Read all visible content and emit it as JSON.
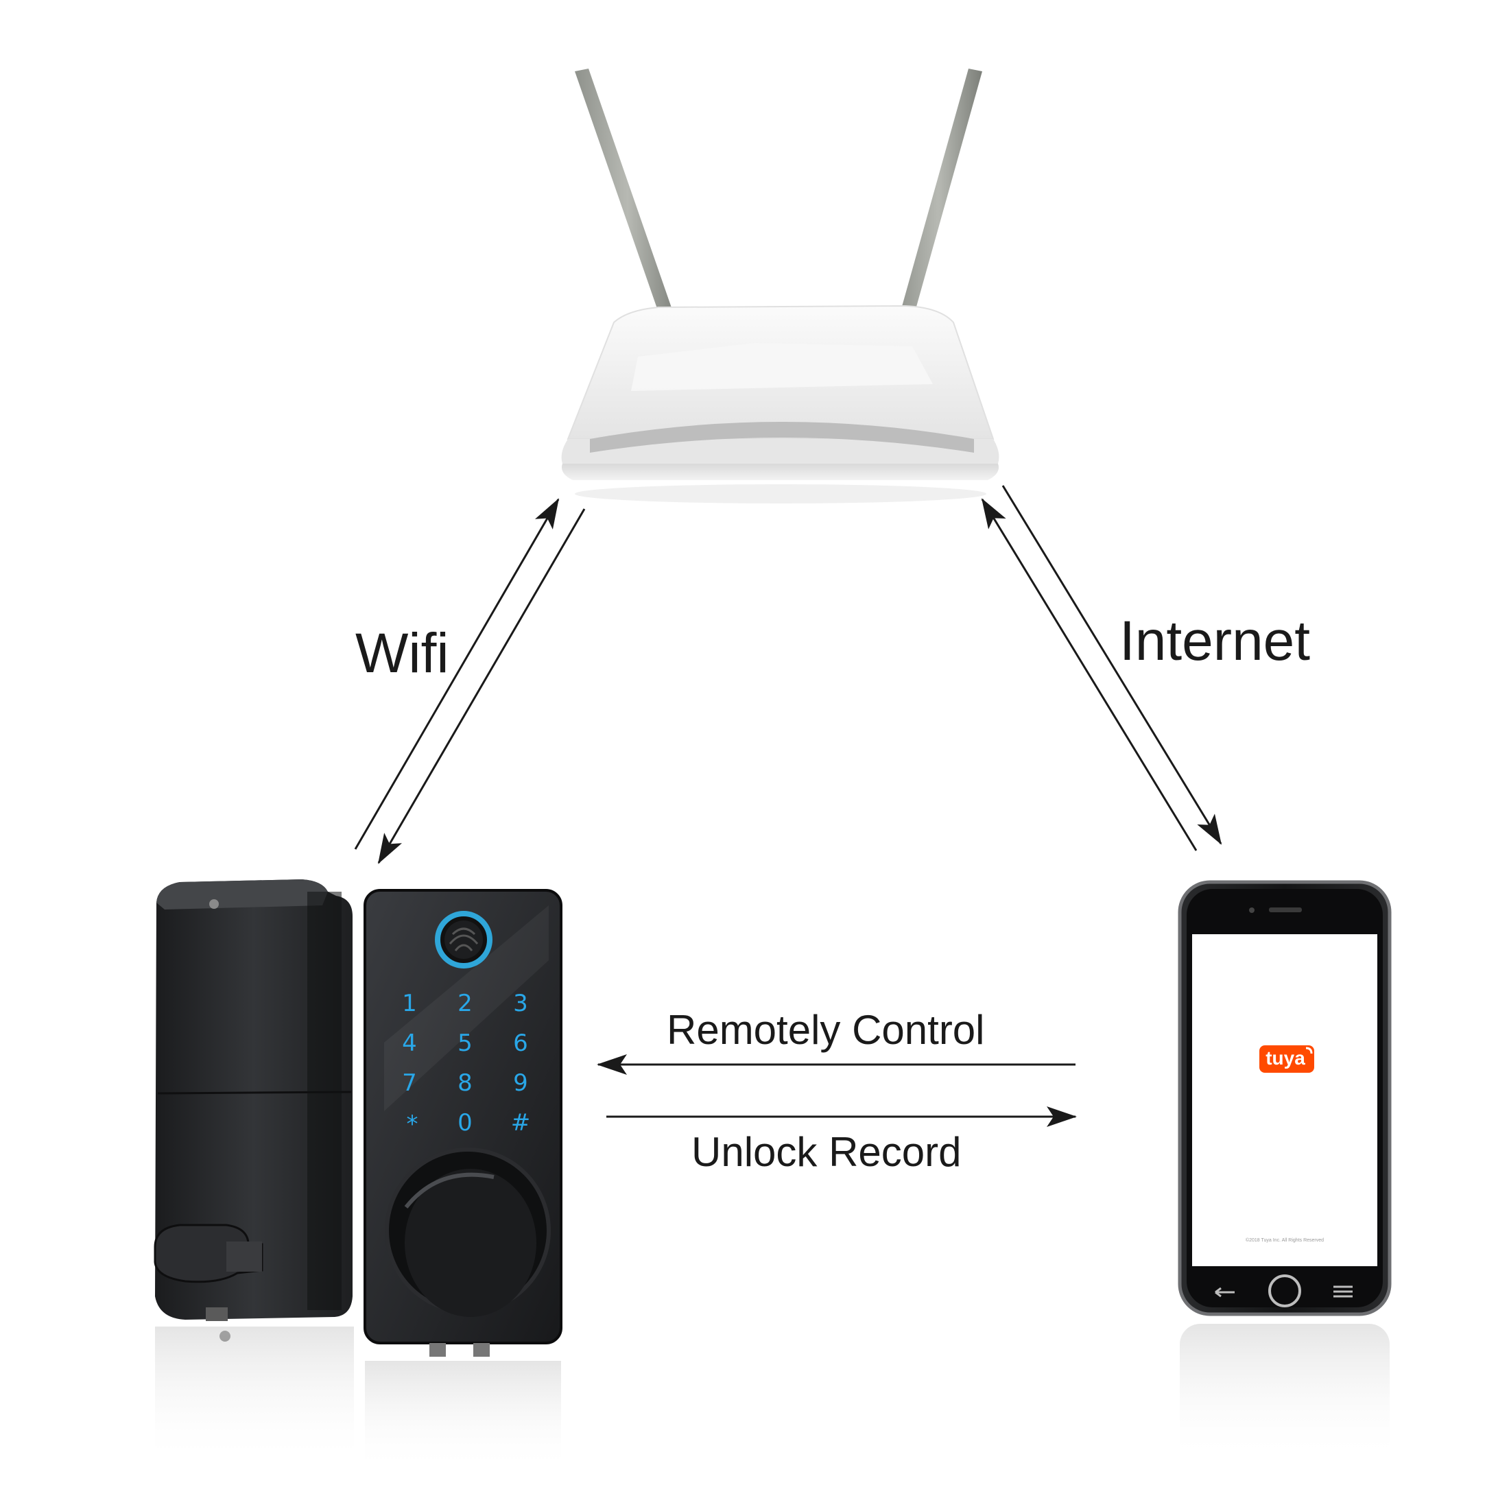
{
  "labels": {
    "wifi": "Wifi",
    "internet": "Internet",
    "remote_control": "Remotely Control",
    "unlock_record": "Unlock Record"
  },
  "lock": {
    "keypad": [
      "1",
      "2",
      "3",
      "4",
      "5",
      "6",
      "7",
      "8",
      "9",
      "*",
      "0",
      "#"
    ]
  },
  "phone": {
    "app_logo_text": "tuya",
    "footer_text": "©2018 Tuya Inc. All Rights Reserved"
  },
  "colors": {
    "background": "#ffffff",
    "arrow": "#1a1a1a",
    "keypad_glow": "#29a7e8",
    "app_brand": "#ff4a00",
    "lock_body": "#2a2b2e",
    "router_body": "#eeeeee"
  },
  "icons": {
    "router": "wifi-router-icon",
    "lock": "smart-door-lock-icon",
    "phone": "smartphone-icon",
    "fingerprint": "fingerprint-icon"
  }
}
